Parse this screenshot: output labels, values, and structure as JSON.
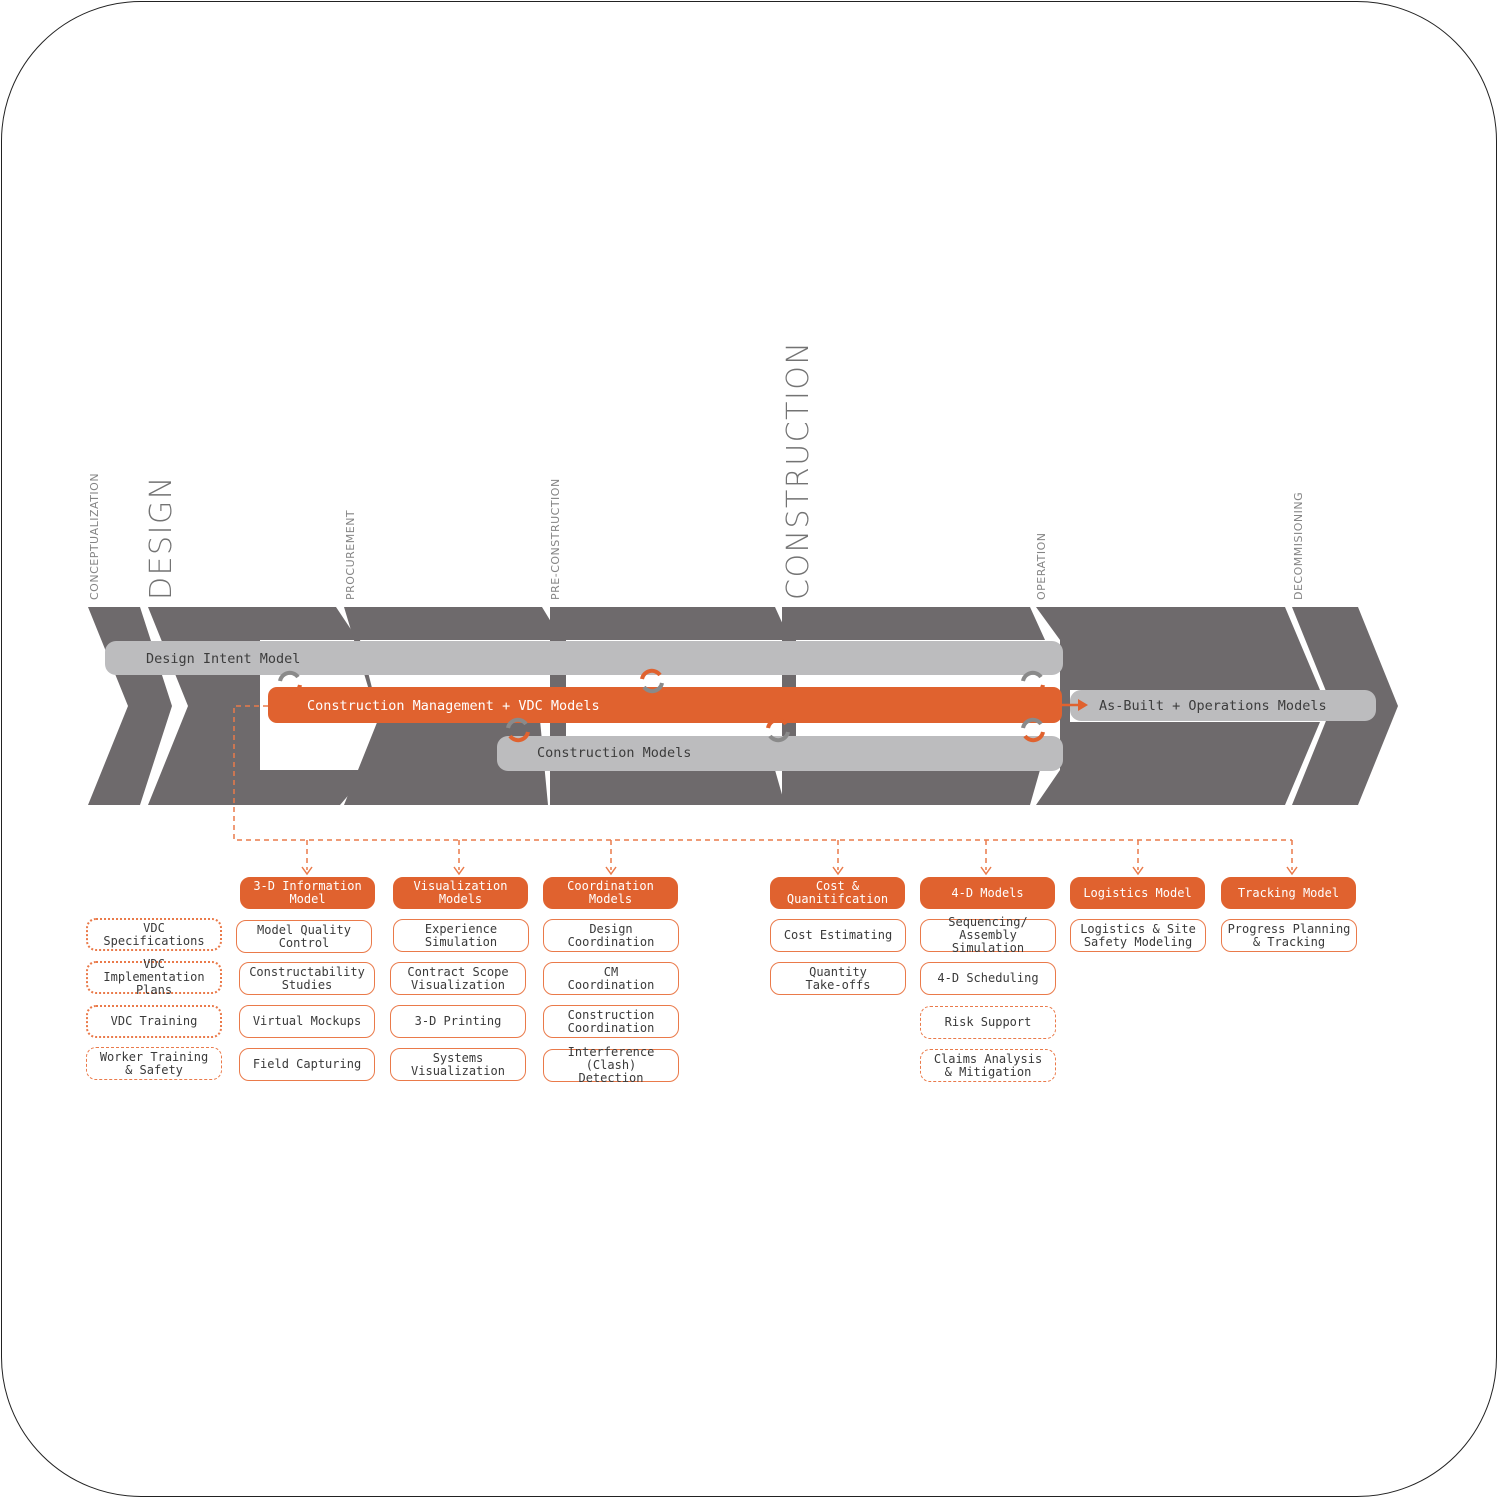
{
  "phases": {
    "conceptualization": "CONCEPTUALIZATION",
    "design": "DESIGN",
    "procurement": "PROCUREMENT",
    "pre_construction": "PRE-CONSTRUCTION",
    "construction": "CONSTRUCTION",
    "operation": "OPERATION",
    "decommissioning": "DECOMMISIONING"
  },
  "bars": {
    "design_intent": "Design Intent Model",
    "cm_vdc": "Construction Management + VDC Models",
    "construction_models": "Construction Models",
    "as_built": "As-Built + Operations Models"
  },
  "colors": {
    "chevron": "#6e6a6c",
    "bar_gray": "#bcbcbe",
    "accent_orange": "#e0622f",
    "text_dark": "#3a3a3a"
  },
  "icons": {
    "exchange": "refresh-arrows-icon"
  },
  "columns": {
    "vdc_general": {
      "items": [
        {
          "label": "VDC\nSpecifications",
          "border": "dotted"
        },
        {
          "label": "VDC\nImplementation Plans",
          "border": "dotted"
        },
        {
          "label": "VDC Training",
          "border": "dotted"
        },
        {
          "label": "Worker Training\n& Safety",
          "border": "dashed"
        }
      ]
    },
    "info_model": {
      "header": "3-D Information\nModel",
      "items": [
        {
          "label": "Model Quality\nControl",
          "border": "solid"
        },
        {
          "label": "Constructability\nStudies",
          "border": "solid"
        },
        {
          "label": "Virtual Mockups",
          "border": "solid"
        },
        {
          "label": "Field Capturing",
          "border": "solid"
        }
      ]
    },
    "visualization": {
      "header": "Visualization\nModels",
      "items": [
        {
          "label": "Experience\nSimulation",
          "border": "solid"
        },
        {
          "label": "Contract Scope\nVisualization",
          "border": "solid"
        },
        {
          "label": "3-D Printing",
          "border": "solid"
        },
        {
          "label": "Systems\nVisualization",
          "border": "solid"
        }
      ]
    },
    "coordination": {
      "header": "Coordination Models",
      "items": [
        {
          "label": "Design\nCoordination",
          "border": "solid"
        },
        {
          "label": "CM\nCoordination",
          "border": "solid"
        },
        {
          "label": "Construction\nCoordination",
          "border": "solid"
        },
        {
          "label": "Interference (Clash)\nDetection",
          "border": "solid"
        }
      ]
    },
    "cost": {
      "header": "Cost & Quanitifcation",
      "items": [
        {
          "label": "Cost Estimating",
          "border": "solid"
        },
        {
          "label": "Quantity\nTake-offs",
          "border": "solid"
        }
      ]
    },
    "four_d": {
      "header": "4-D Models",
      "items": [
        {
          "label": "Sequencing/\nAssembly Simulation",
          "border": "solid"
        },
        {
          "label": "4-D Scheduling",
          "border": "solid"
        },
        {
          "label": "Risk Support",
          "border": "dashed"
        },
        {
          "label": "Claims Analysis\n& Mitigation",
          "border": "dashed"
        }
      ]
    },
    "logistics": {
      "header": "Logistics Model",
      "items": [
        {
          "label": "Logistics & Site\nSafety Modeling",
          "border": "solid"
        }
      ]
    },
    "tracking": {
      "header": "Tracking Model",
      "items": [
        {
          "label": "Progress Planning\n& Tracking",
          "border": "solid"
        }
      ]
    }
  }
}
